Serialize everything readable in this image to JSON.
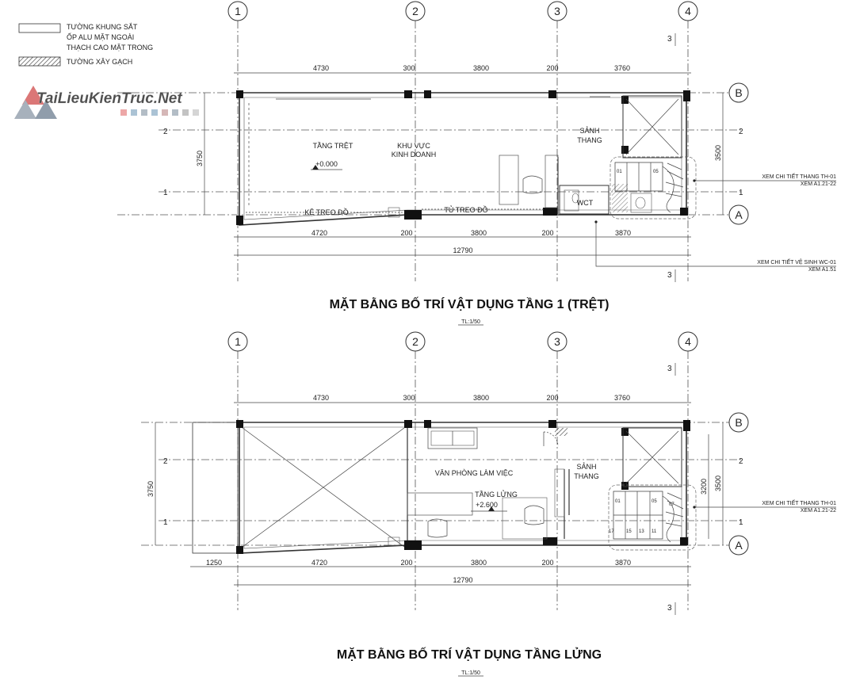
{
  "legend": {
    "items": [
      {
        "label": "TƯỜNG KHUNG SẮT"
      },
      {
        "label": "ỐP ALU MẶT NGOÀI"
      },
      {
        "label": "THẠCH CAO MẶT TRONG"
      },
      {
        "label": "TƯỜNG XÂY GẠCH"
      }
    ]
  },
  "watermark": "TaiLieuKienTruc.Net",
  "grid_labels": {
    "axis1": "1",
    "axis2": "2",
    "axis3": "3",
    "axis4": "4",
    "axisA": "A",
    "axisB": "B"
  },
  "section_marks": {
    "s1": "1",
    "s2": "2",
    "s3": "3"
  },
  "plan1": {
    "title": "MẶT BẰNG BỐ TRÍ VẬT DỤNG TẦNG 1 (TRỆT)",
    "scale": "TL:1/50",
    "top_dims": [
      "4730",
      "300",
      "3800",
      "200",
      "3760"
    ],
    "bottom_dims": [
      "4720",
      "200",
      "3800",
      "200",
      "3870"
    ],
    "total": "12790",
    "left_dim": "3750",
    "right_dim": "3500",
    "rooms": {
      "floor": "TẦNG TRỆT",
      "level": "+0.000",
      "area1": "KHU VỰC",
      "area2": "KINH DOANH",
      "lobby1": "SẢNH",
      "lobby2": "THANG",
      "wc": "WCT",
      "shelf1": "KỆ TREO ĐỒ",
      "shelf2": "TỦ TREO ĐỒ"
    },
    "stair_nums": [
      "01",
      "05"
    ],
    "note1a": "XEM CHI TIẾT THANG TH-01",
    "note1b": "XEM A1.21-22",
    "note2a": "XEM CHI TIẾT VỆ SINH WC-01",
    "note2b": "XEM A1.51"
  },
  "plan2": {
    "title": "MẶT BẰNG BỐ TRÍ VẬT DỤNG TẦNG LỬNG",
    "scale": "TL:1/50",
    "top_dims": [
      "4730",
      "300",
      "3800",
      "200",
      "3760"
    ],
    "bottom_dims": [
      "1250",
      "4720",
      "200",
      "3800",
      "200",
      "3870"
    ],
    "total": "12790",
    "left_dim": "3750",
    "right_dim1": "3200",
    "right_dim2": "3500",
    "rooms": {
      "office": "VĂN PHÒNG LÀM VIỆC",
      "floor": "TẦNG LỬNG",
      "level": "+2.600",
      "lobby1": "SẢNH",
      "lobby2": "THANG"
    },
    "stair_nums": [
      "01",
      "05",
      "07",
      "17",
      "15",
      "13",
      "11"
    ],
    "note1a": "XEM CHI TIẾT THANG TH-01",
    "note1b": "XEM A1.21-22"
  }
}
